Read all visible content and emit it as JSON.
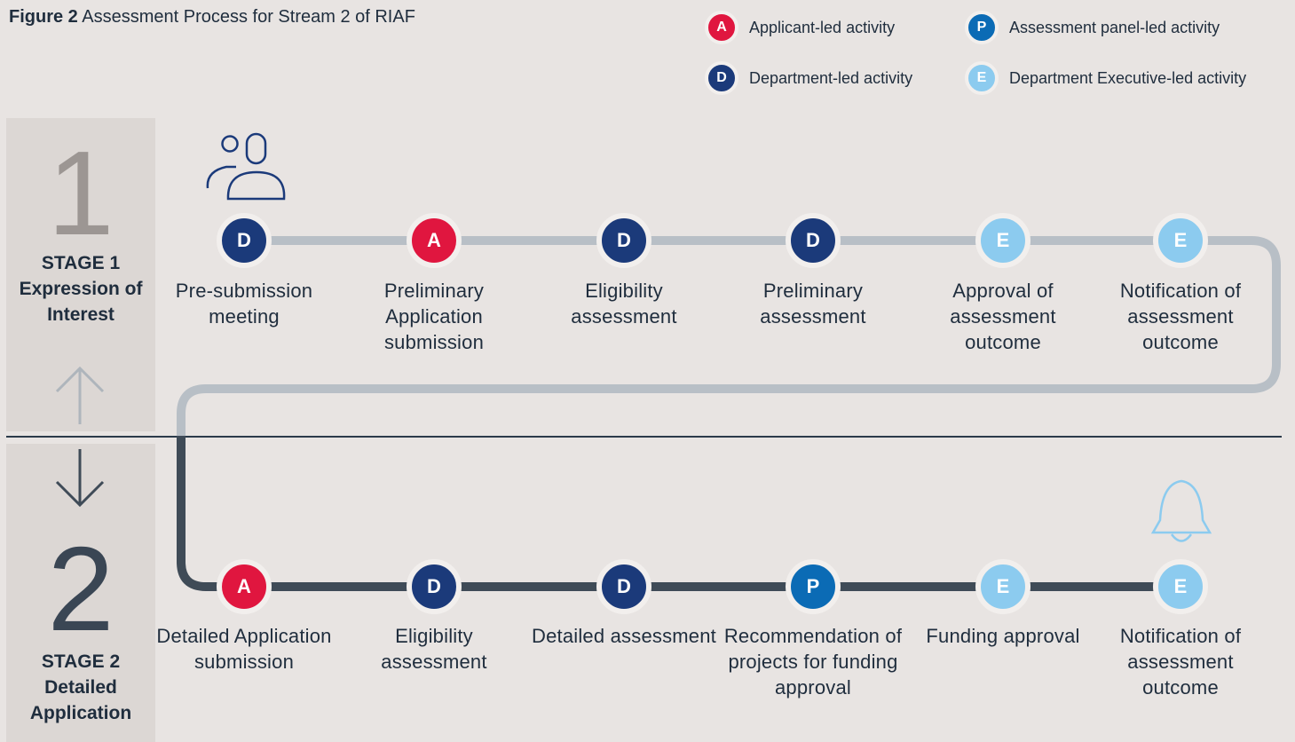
{
  "figure": {
    "label": "Figure 2",
    "title": "Assessment Process for Stream 2 of RIAF"
  },
  "colors": {
    "applicant": "#e0163f",
    "department": "#1b3a7a",
    "panel": "#0b6bb5",
    "executive": "#8ccbef",
    "line_stage1": "#b8bfc6",
    "line_stage2": "#3f4b57"
  },
  "legend": [
    {
      "letter": "A",
      "label": "Applicant-led activity"
    },
    {
      "letter": "P",
      "label": "Assessment panel-led activity"
    },
    {
      "letter": "D",
      "label": "Department-led activity"
    },
    {
      "letter": "E",
      "label": "Department Executive-led activity"
    }
  ],
  "stage1": {
    "number": "1",
    "label": "STAGE 1 Expression of Interest",
    "icon": "people-icon",
    "steps": [
      {
        "letter": "D",
        "label": "Pre-submission meeting"
      },
      {
        "letter": "A",
        "label": "Preliminary Application submission"
      },
      {
        "letter": "D",
        "label": "Eligibility assessment"
      },
      {
        "letter": "D",
        "label": "Preliminary assessment"
      },
      {
        "letter": "E",
        "label": "Approval of assessment outcome"
      },
      {
        "letter": "E",
        "label": "Notification of assessment outcome"
      }
    ]
  },
  "stage2": {
    "number": "2",
    "label": "STAGE 2 Detailed Application",
    "icon": "bell-icon",
    "steps": [
      {
        "letter": "A",
        "label": "Detailed Application submission"
      },
      {
        "letter": "D",
        "label": "Eligibility assessment"
      },
      {
        "letter": "D",
        "label": "Detailed assessment"
      },
      {
        "letter": "P",
        "label": "Recommendation of projects for funding approval"
      },
      {
        "letter": "E",
        "label": "Funding approval"
      },
      {
        "letter": "E",
        "label": "Notification of assessment outcome"
      }
    ]
  }
}
